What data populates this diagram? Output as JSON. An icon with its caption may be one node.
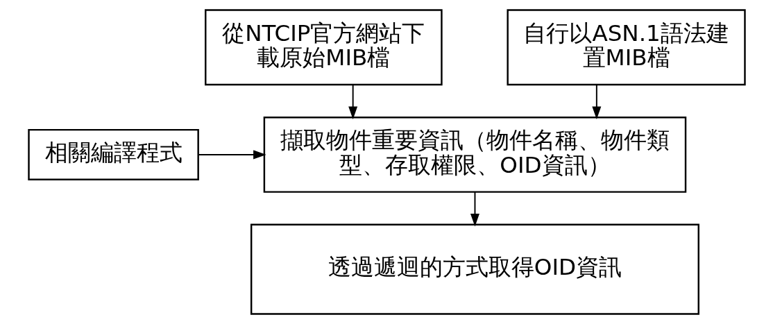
{
  "diagram": {
    "nodes": [
      {
        "text": [
          "從NTCIP官方網站下載原始MIB檔"
        ]
      },
      {
        "text": [
          "自行以ASN.1語法建置MIB檔"
        ]
      },
      {
        "text": [
          "相關編譯程式"
        ]
      },
      {
        "text": [
          "擷取物件重要資訊（物件名稱、物件類型、存取權限、OID資訊）"
        ]
      },
      {
        "text": [
          "透過遞迴的方式取得OID資訊"
        ]
      }
    ],
    "edges": [
      {
        "from": 0,
        "to": 3,
        "arrow": "to"
      },
      {
        "from": 1,
        "to": 3,
        "arrow": "to"
      },
      {
        "from": 2,
        "to": 3,
        "arrow": "to"
      },
      {
        "from": 3,
        "to": 4,
        "arrow": "to"
      }
    ]
  }
}
